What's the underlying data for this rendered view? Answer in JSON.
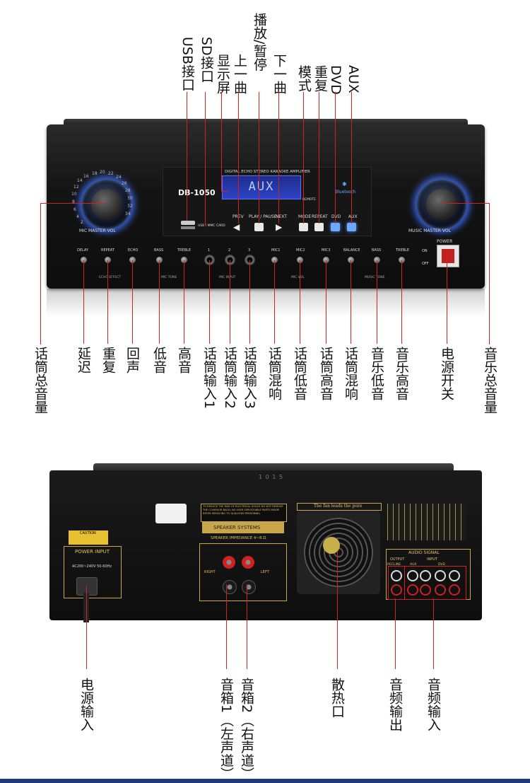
{
  "front_labels_top": [
    "USB接口",
    "SD接口",
    "显示屏",
    "上一曲",
    "播放/暂停",
    "下一曲",
    "模式",
    "重复",
    "DVD",
    "AUX"
  ],
  "front_labels_bottom": [
    "话筒总音量",
    "延迟",
    "重复",
    "回声",
    "低音",
    "高音",
    "话筒输入1",
    "话筒输入2",
    "话筒输入3",
    "话筒混响",
    "话筒低音",
    "话筒高音",
    "话筒混响",
    "音乐低音",
    "音乐高音",
    "电源开关",
    "音乐总音量"
  ],
  "back_labels": [
    "电源输入",
    "音箱1（左声道）",
    "音箱2（右声道）",
    "散热口",
    "音频输出",
    "音频输入"
  ],
  "front_panel": {
    "model": "DB-1050",
    "header": "DIGITAL ECHO STEREO KARAOKE   AMPLIFIER",
    "display_text": "AUX",
    "bluetooth": "Bluetooth",
    "remote": "REMOTE",
    "card": "USB / MMC CARD",
    "left_knob_label": "MIC MASTER VOL",
    "right_knob_label": "MUSIC MASTER VOL",
    "buttons": [
      "PREV",
      "PLAY / PAUSE",
      "NEXT",
      "MODE",
      "REPEAT",
      "DVD",
      "AUX"
    ],
    "knob_row": [
      "DELAY",
      "REPEAT",
      "ECHO",
      "BASS",
      "TREBLE",
      "1",
      "2",
      "3",
      "MIC1",
      "MIC2",
      "MIC3",
      "BALANCE",
      "BASS",
      "TREBLE"
    ],
    "groups": [
      "ECHO EFFECT",
      "MIC TONE",
      "MIC INPUT",
      "MIC VOL",
      "MUSIC TONE"
    ],
    "power": "POWER",
    "on": "ON",
    "off": "OFF",
    "scale": [
      "16",
      "18",
      "20",
      "22",
      "24",
      "26",
      "28",
      "30",
      "32",
      "34",
      "14",
      "12",
      "10",
      "8",
      "6",
      "4",
      "2"
    ]
  },
  "back_panel": {
    "caution": "CAUTION",
    "power_input": "POWER INPUT",
    "voltage": "AC200~240V 50-60Hz",
    "warning": "TO REDUCE THE RISK OF ELECTRICAL SHOCK DO NOT REMOVE THE COVER(OR BACK) NO USER SERVICEABLE PARTS INSIDE REFER SERVICING TO QUALIFIED PERSONNEL",
    "speaker_systems": "SPEAKER SYSTEMS",
    "impedance": "SPEAKER IMPEDANCE 4~8 Ω",
    "right": "RIGHT",
    "left": "LEFT",
    "fan_text": "The fan leads the pore",
    "audio_signal": "AUDIO SIGNAL",
    "output": "OUTPUT",
    "input": "INPUT",
    "recline": "RECLINE",
    "aux": "AUX",
    "dvd": "DVD",
    "serial": "1 0 1 5"
  },
  "colors": {
    "callout_line": "#d42020",
    "knob_glow": "#3d6dff",
    "gold": "#c9a64a"
  }
}
